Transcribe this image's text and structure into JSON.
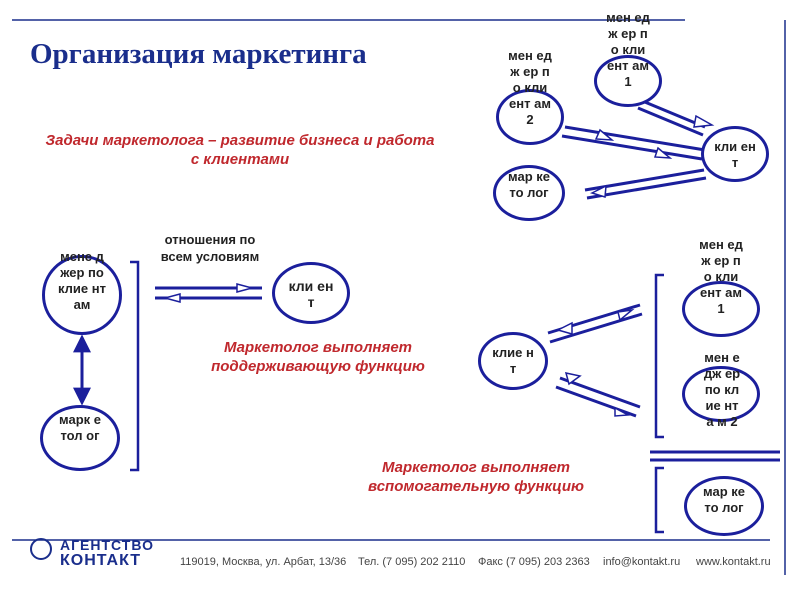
{
  "title": "Организация маркетинга",
  "task_text": "Задачи маркетолога – развитие бизнеса и работа с клиентами",
  "support_text": "Маркетолог выполняет поддерживающую функцию",
  "auxiliary_text": "Маркетолог выполняет вспомогательную функцию",
  "relations_text": "отношения по всем условиям",
  "nodes": {
    "top_manager1": "мен едж ер по кли ент ам 1",
    "top_manager2": "мен едж ер по кли ент ам 2",
    "top_marketer": "мар кето лог",
    "top_client": "кли ент",
    "left_manager": "мене джер по клие нтам",
    "left_marketer": "марк етол ог",
    "mid_client": "кли ент",
    "right_client": "клие нт",
    "right_manager1": "мен едж ер по кли ент ам 1",
    "right_manager2": "мен едж ер по клие нта м 2",
    "right_marketer": "мар кето лог"
  },
  "footer": {
    "brand_line1": "АГЕНТСТВО",
    "brand_line2": "КОНТАКТ",
    "address": "119019, Москва, ул. Арбат, 13/36",
    "phone": "Тел. (7 095) 202 2110",
    "fax": "Факс (7 095) 203 2363",
    "email": "info@kontakt.ru",
    "website": "www.kontakt.ru"
  },
  "colors": {
    "title": "#1a2e8c",
    "accent_red": "#c0282d",
    "node_border": "#1b1f9c"
  }
}
